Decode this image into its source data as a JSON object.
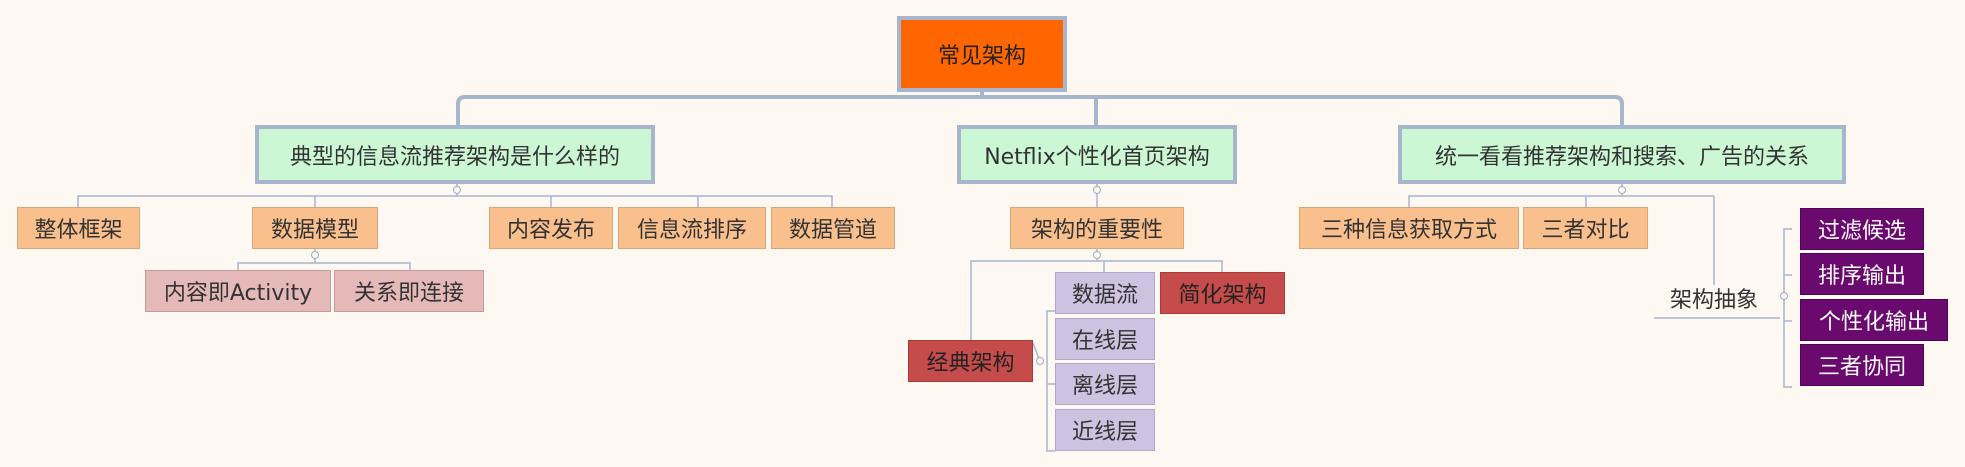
{
  "root": {
    "label": "常见架构"
  },
  "branches": {
    "b1": {
      "label": "典型的信息流推荐架构是什么样的",
      "children": {
        "c1": "整体框架",
        "c2": "数据模型",
        "c2_children": {
          "a": "内容即Activity",
          "b": "关系即连接"
        },
        "c3": "内容发布",
        "c4": "信息流排序",
        "c5": "数据管道"
      }
    },
    "b2": {
      "label": "Netflix个性化首页架构",
      "children": {
        "c1": "架构的重要性",
        "c1_children": {
          "classic": "经典架构",
          "simplified": "简化架构",
          "dataflow": "数据流",
          "layers": {
            "online": "在线层",
            "offline": "离线层",
            "nearline": "近线层"
          }
        }
      }
    },
    "b3": {
      "label": "统一看看推荐架构和搜索、广告的关系",
      "children": {
        "c1": "三种信息获取方式",
        "c2": "三者对比",
        "c3": "架构抽象",
        "c3_children": {
          "a": "过滤候选",
          "b": "排序输出",
          "c": "个性化输出",
          "d": "三者协同"
        }
      }
    }
  },
  "colors": {
    "root": "#ff6600",
    "branch": "#ccf7d4",
    "subtopic": "#f9bf8c",
    "leaf_pink": "#e6b9b9",
    "leaf_lavender": "#cdc3e0",
    "leaf_red": "#c64b4b",
    "leaf_purple": "#6a0a6e",
    "connector": "#a7b6cc"
  }
}
